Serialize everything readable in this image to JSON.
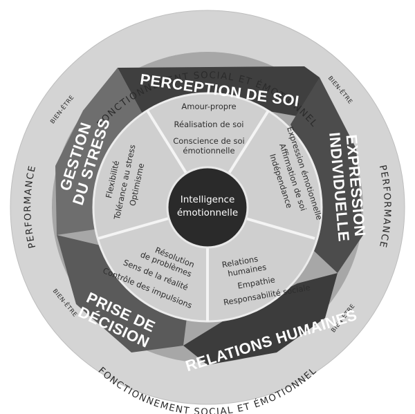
{
  "outer_ring": {
    "top": "FONCTIONNEMENT SOCIAL ET ÉMOTIONNEL",
    "bottom": "FONCTIONNEMENT SOCIAL ET ÉMOTIONNEL",
    "left": "PERFORMANCE",
    "right": "PERFORMANCE",
    "wellbeing_top_left": "BIEN-ÊTRE",
    "wellbeing_top_right": "BIEN-ÊTRE",
    "wellbeing_bottom_left": "BIEN-ÊTRE",
    "wellbeing_bottom_right": "BIEN-ÊTRE"
  },
  "center": {
    "line1": "Intelligence",
    "line2": "émotionnelle"
  },
  "composites": {
    "perception": {
      "title": "PERCEPTION DE SOI",
      "items": [
        "Amour-propre",
        "Réalisation de soi",
        "Conscience de soi",
        "émotionnelle"
      ]
    },
    "expression": {
      "title_line1": "EXPRESSION",
      "title_line2": "INDIVIDUELLE",
      "items": [
        "Expression émotionnelle",
        "Affirmation de soi",
        "Indépendance"
      ]
    },
    "relations": {
      "title": "RELATIONS HUMAINES",
      "items": [
        "Relations",
        "humaines",
        "Empathie",
        "Responsabilité sociale"
      ]
    },
    "decision": {
      "title_line1": "PRISE DE",
      "title_line2": "DÉCISION",
      "items": [
        "Résolution",
        "de problèmes",
        "Sens de la réalité",
        "Contrôle des impulsions"
      ]
    },
    "stress": {
      "title_line1": "GESTION",
      "title_line2": "DU STRESS",
      "items": [
        "Flexibilité",
        "Tolérance au stress",
        "Optimisme"
      ]
    }
  },
  "colors": {
    "outer_ring": "#d2d2d2",
    "band_dark": "#4a4a4a",
    "band_mid": "#6f6f6f",
    "subscale_fill": "#c9c9c9",
    "center_circle": "#2a2a2a"
  }
}
